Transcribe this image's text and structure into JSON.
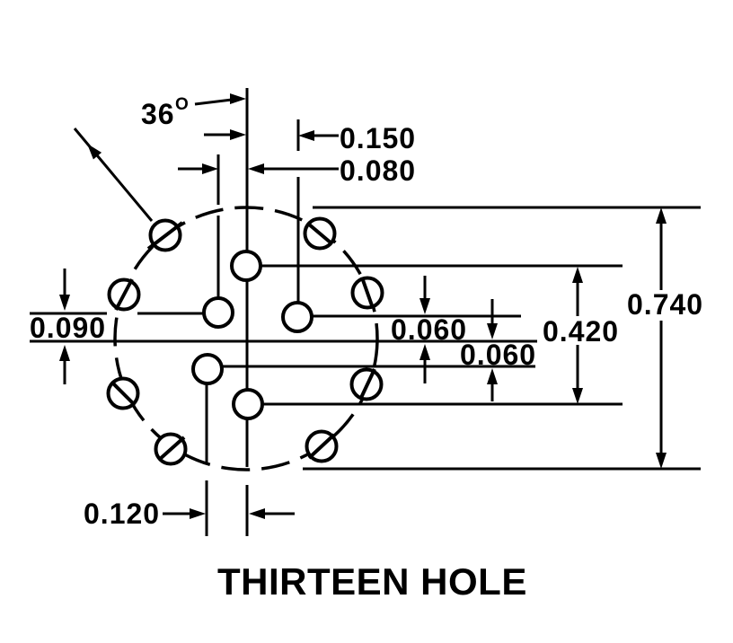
{
  "drawing_title": "THIRTEEN HOLE",
  "labels": {
    "angle": "36",
    "angle_degree_symbol": "O",
    "hole_col_right_offset": "0.150",
    "hole_col_left_offset": "0.080",
    "left_hole_rise": "0.090",
    "right_hole_rise": "0.060",
    "lower_hole_drop": "0.060",
    "inner_span": "0.420",
    "outer_span": "0.740",
    "lower_col_left_offset": "0.120"
  },
  "figure": {
    "type": "engineering-drawing",
    "bolt_circle_style": "dashed",
    "hole_pattern": {
      "slotted_holes": 8,
      "plain_holes": 5,
      "total_holes": 13
    },
    "line_color": "#000000",
    "background_color": "#ffffff"
  }
}
